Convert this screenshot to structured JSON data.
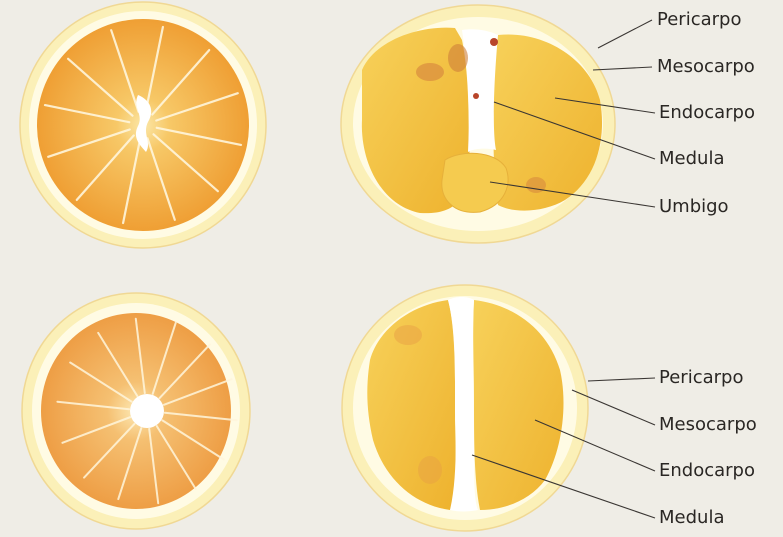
{
  "top_labels": [
    "Pericarpo",
    "Mesocarpo",
    "Endocarpo",
    "Medula",
    "Umbigo"
  ],
  "bottom_labels": [
    "Pericarpo",
    "Mesocarpo",
    "Endocarpo",
    "Medula"
  ],
  "colors": {
    "background": "#efede6",
    "peel": "#fbf0b8",
    "albedo": "#fffbe2",
    "pulp_orange": "#f0a43a",
    "pulp_yellow": "#f3c43e",
    "core": "#ffffff",
    "leader_line": "#3a3633"
  }
}
